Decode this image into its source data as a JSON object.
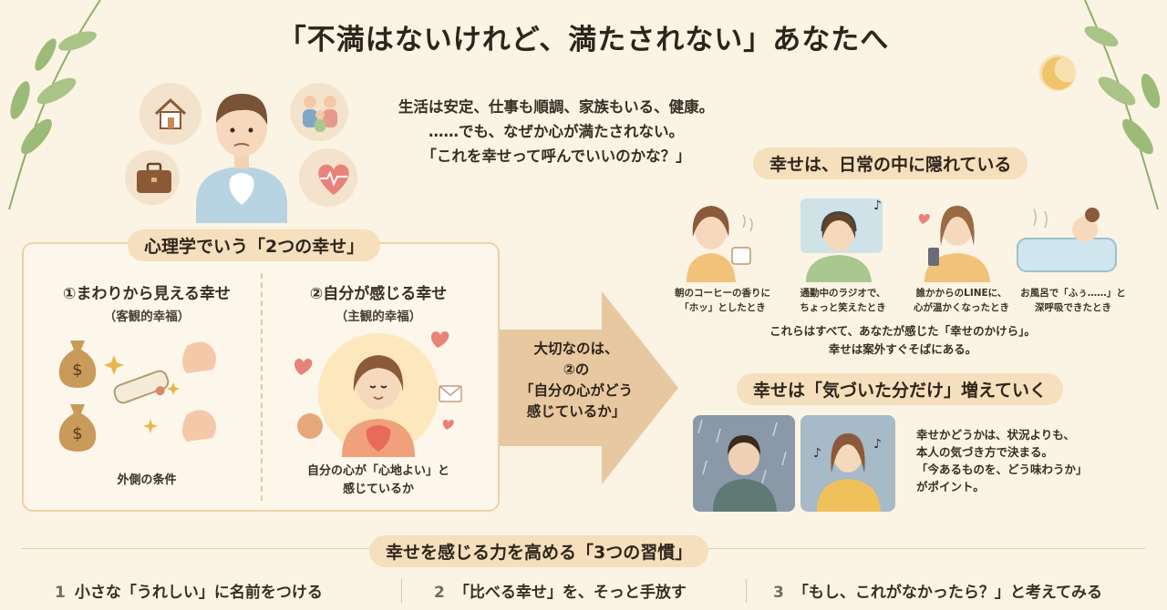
{
  "title": "「不満はないけれど、満たされない」あなたへ",
  "intro": {
    "line1": "生活は安定、仕事も順調、家族もいる、健康。",
    "line2": "……でも、なぜか心が満たされない。",
    "line3": "「これを幸せって呼んでいいのかな？」"
  },
  "psych": {
    "heading": "心理学でいう「2つの幸せ」",
    "left": {
      "title": "①まわりから見える幸せ",
      "sub": "（客観的幸福）",
      "caption": "外側の条件"
    },
    "right": {
      "title": "②自分が感じる幸せ",
      "sub": "（主観的幸福）",
      "caption1": "自分の心が「心地よい」と",
      "caption2": "感じているか"
    }
  },
  "arrow": {
    "l1": "大切なのは、",
    "l2": "②の",
    "l3": "「自分の心がどう",
    "l4": "感じているか」"
  },
  "daily": {
    "heading": "幸せは、日常の中に隠れている",
    "scenes": [
      {
        "l1": "朝のコーヒーの香りに",
        "l2": "「ホッ」としたとき"
      },
      {
        "l1": "通勤中のラジオで、",
        "l2": "ちょっと笑えたとき"
      },
      {
        "l1": "誰かからのLINEに、",
        "l2": "心が温かくなったとき"
      },
      {
        "l1": "お風呂で「ふぅ……」と",
        "l2": "深呼吸できたとき"
      }
    ],
    "summary1": "これらはすべて、あなたが感じた「幸せのかけら」。",
    "summary2": "幸せは案外すぐそばにある。"
  },
  "notice": {
    "heading": "幸せは「気づいた分だけ」増えていく",
    "l1": "幸せかどうかは、状況よりも、",
    "l2": "本人の気づき方で決まる。",
    "l3": "「今あるものを、どう味わうか」",
    "l4": "がポイント。"
  },
  "habits": {
    "heading": "幸せを感じる力を高める「3つの習慣」",
    "items": [
      {
        "num": "1",
        "label": "小さな「うれしい」に名前をつける"
      },
      {
        "num": "2",
        "label": "「比べる幸せ」を、そっと手放す"
      },
      {
        "num": "3",
        "label": "「もし、これがなかったら？」と考えてみる"
      }
    ]
  },
  "colors": {
    "background": "#fbf3e4",
    "pill": "#f5dfbd",
    "arrow": "#e7c8a0",
    "accent_heart": "#e8837a",
    "leaf": "#8fae6a"
  },
  "icons": [
    "house-icon",
    "family-icon",
    "briefcase-icon",
    "heart-pulse-icon",
    "money-bag-icon",
    "diploma-icon",
    "muscle-icon",
    "sparkle-icon",
    "heart-icon",
    "letter-icon",
    "moon-icon",
    "leaf-icon",
    "music-note-icon",
    "rain-icon"
  ]
}
